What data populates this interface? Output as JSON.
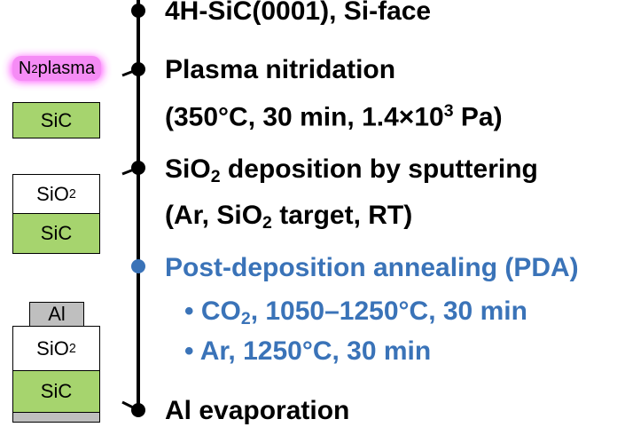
{
  "steps": {
    "s1": {
      "text": "4H-SiC(0001), Si-face"
    },
    "s2": {
      "line1": "Plasma nitridation",
      "line2_a": "(350°C, 30 min, 1.4",
      "line2_times": "×",
      "line2_b": "10",
      "line2_sup": "3",
      "line2_c": " Pa)"
    },
    "s3": {
      "line1_a": "SiO",
      "line1_sub": "2",
      "line1_b": " deposition by sputtering",
      "line2_a": "(Ar, SiO",
      "line2_sub": "2",
      "line2_b": " target, RT)"
    },
    "s4": {
      "line1": "Post-deposition annealing (PDA)",
      "bullet1_a": "• CO",
      "bullet1_sub": "2",
      "bullet1_b": ", 1050–1250°C, 30 min",
      "bullet2": "• Ar, 1250°C, 30 min"
    },
    "s5": {
      "text": "Al evaporation"
    }
  },
  "stacks": {
    "plasma_label_a": "N",
    "plasma_label_sub": "2",
    "plasma_label_b": " plasma",
    "sic": "SiC",
    "sio2_a": "SiO",
    "sio2_sub": "2",
    "al": "Al"
  },
  "colors": {
    "sic": "#a6d46e",
    "highlight_blue": "#3a73b8",
    "plasma_glow": "#ff33ff",
    "al": "#bfbfbf"
  }
}
